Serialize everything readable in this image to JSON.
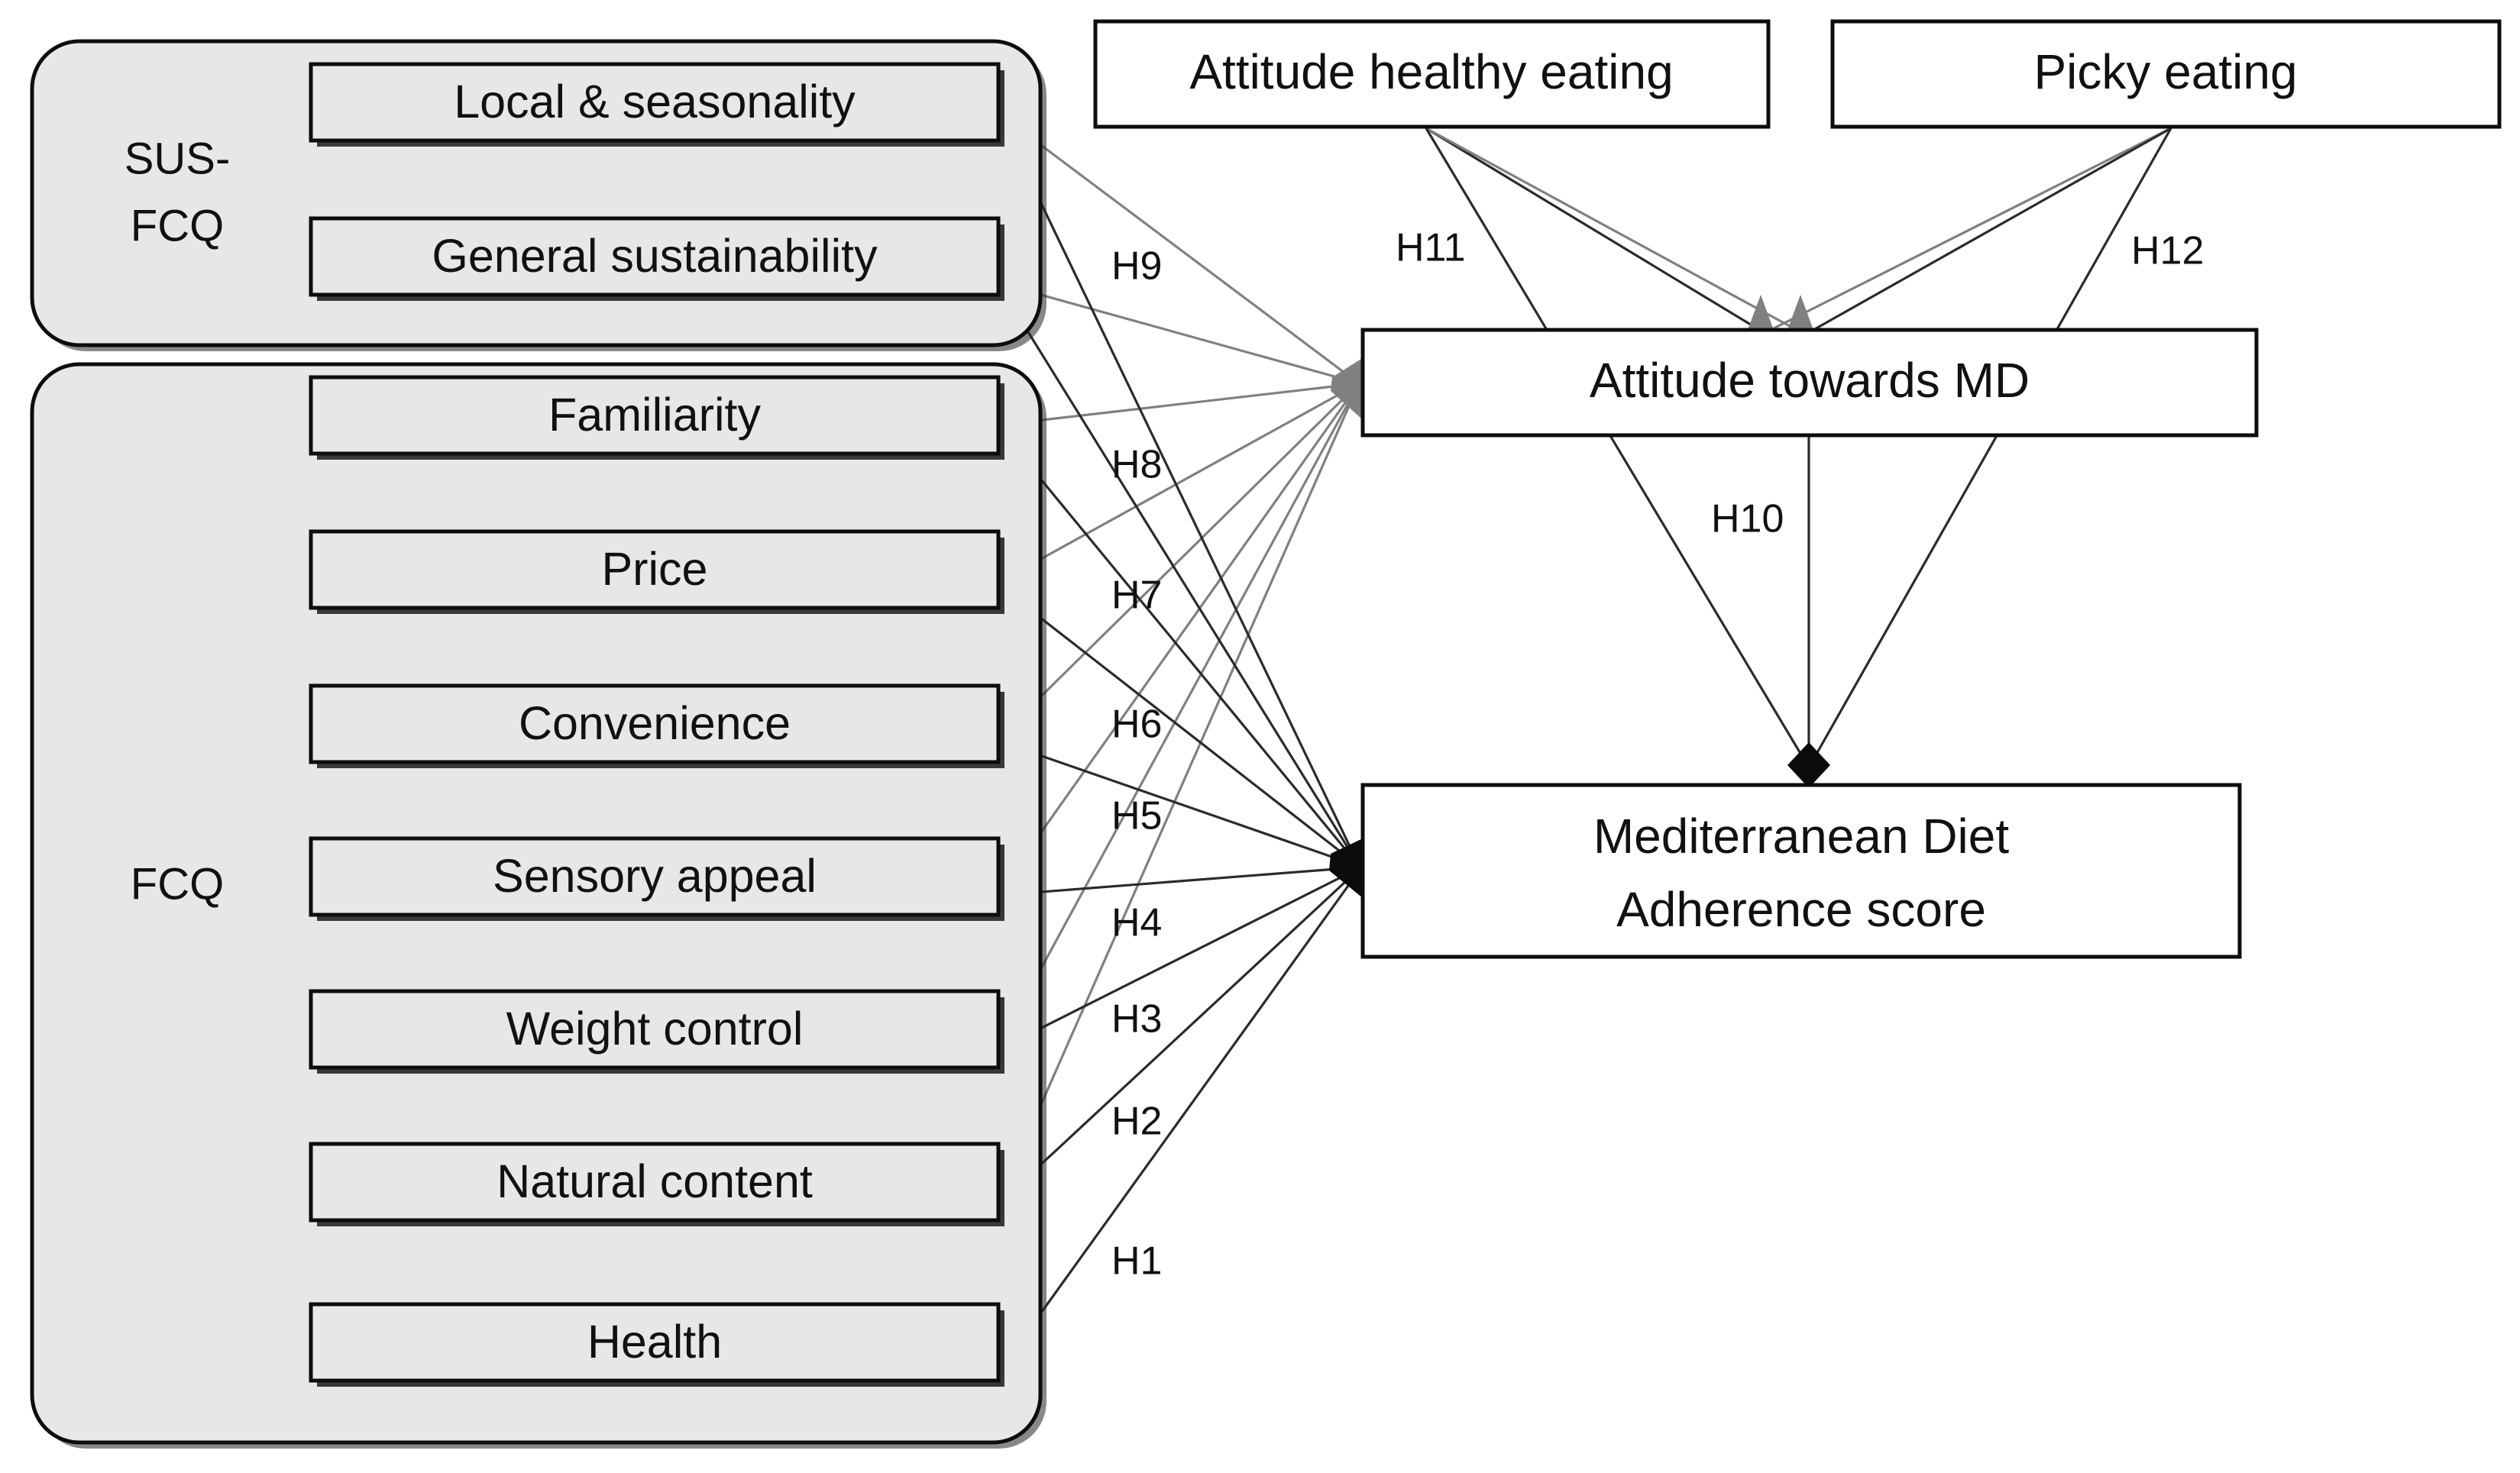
{
  "diagram": {
    "title": "Food choice motives and Mediterranean Diet adherence model",
    "groups": [
      {
        "id": "sus-fcq",
        "label": "SUS-\nFCQ",
        "label_line1": "SUS-",
        "label_line2": "FCQ",
        "items": [
          {
            "id": "local-seasonality",
            "label": "Local & seasonality"
          },
          {
            "id": "general-sustainability",
            "label": "General sustainability"
          }
        ]
      },
      {
        "id": "fcq",
        "label": "FCQ",
        "items": [
          {
            "id": "familiarity",
            "label": "Familiarity"
          },
          {
            "id": "price",
            "label": "Price"
          },
          {
            "id": "convenience",
            "label": "Convenience"
          },
          {
            "id": "sensory-appeal",
            "label": "Sensory appeal"
          },
          {
            "id": "weight-control",
            "label": "Weight control"
          },
          {
            "id": "natural-content",
            "label": "Natural content"
          },
          {
            "id": "health",
            "label": "Health"
          }
        ]
      }
    ],
    "constructs": [
      {
        "id": "attitude-healthy-eating",
        "label": "Attitude healthy eating"
      },
      {
        "id": "picky-eating",
        "label": "Picky eating"
      },
      {
        "id": "attitude-towards-md",
        "label": "Attitude towards MD"
      },
      {
        "id": "md-adherence",
        "label_line1": "Mediterranean Diet",
        "label_line2": "Adherence score"
      }
    ],
    "hypotheses": [
      {
        "id": "h1",
        "label": "H1",
        "from": "health",
        "to": "md-adherence"
      },
      {
        "id": "h2",
        "label": "H2",
        "from": "natural-content",
        "to": "md-adherence"
      },
      {
        "id": "h3",
        "label": "H3",
        "from": "weight-control",
        "to": "md-adherence"
      },
      {
        "id": "h4",
        "label": "H4",
        "from": "sensory-appeal",
        "to": "md-adherence"
      },
      {
        "id": "h5",
        "label": "H5",
        "from": "convenience",
        "to": "md-adherence"
      },
      {
        "id": "h6",
        "label": "H6",
        "from": "price",
        "to": "md-adherence"
      },
      {
        "id": "h7",
        "label": "H7",
        "from": "familiarity",
        "to": "md-adherence"
      },
      {
        "id": "h8",
        "label": "H8",
        "from": "general-sustainability",
        "to": "md-adherence"
      },
      {
        "id": "h9",
        "label": "H9",
        "from": "local-seasonality",
        "to": "attitude-towards-md"
      },
      {
        "id": "h10",
        "label": "H10",
        "from": "attitude-towards-md",
        "to": "md-adherence"
      },
      {
        "id": "h11",
        "label": "H11",
        "from": "attitude-healthy-eating",
        "to": "attitude-towards-md"
      },
      {
        "id": "h12",
        "label": "H12",
        "from": "picky-eating",
        "to": "attitude-towards-md"
      }
    ],
    "colors": {
      "group_fill": "#e7e7e7",
      "box_fill": "#e7e7e7",
      "plain_fill": "#ffffff",
      "border": "#0d0d0d",
      "edge_grey": "#808080",
      "edge_black": "#111111",
      "text": "#111111"
    }
  }
}
